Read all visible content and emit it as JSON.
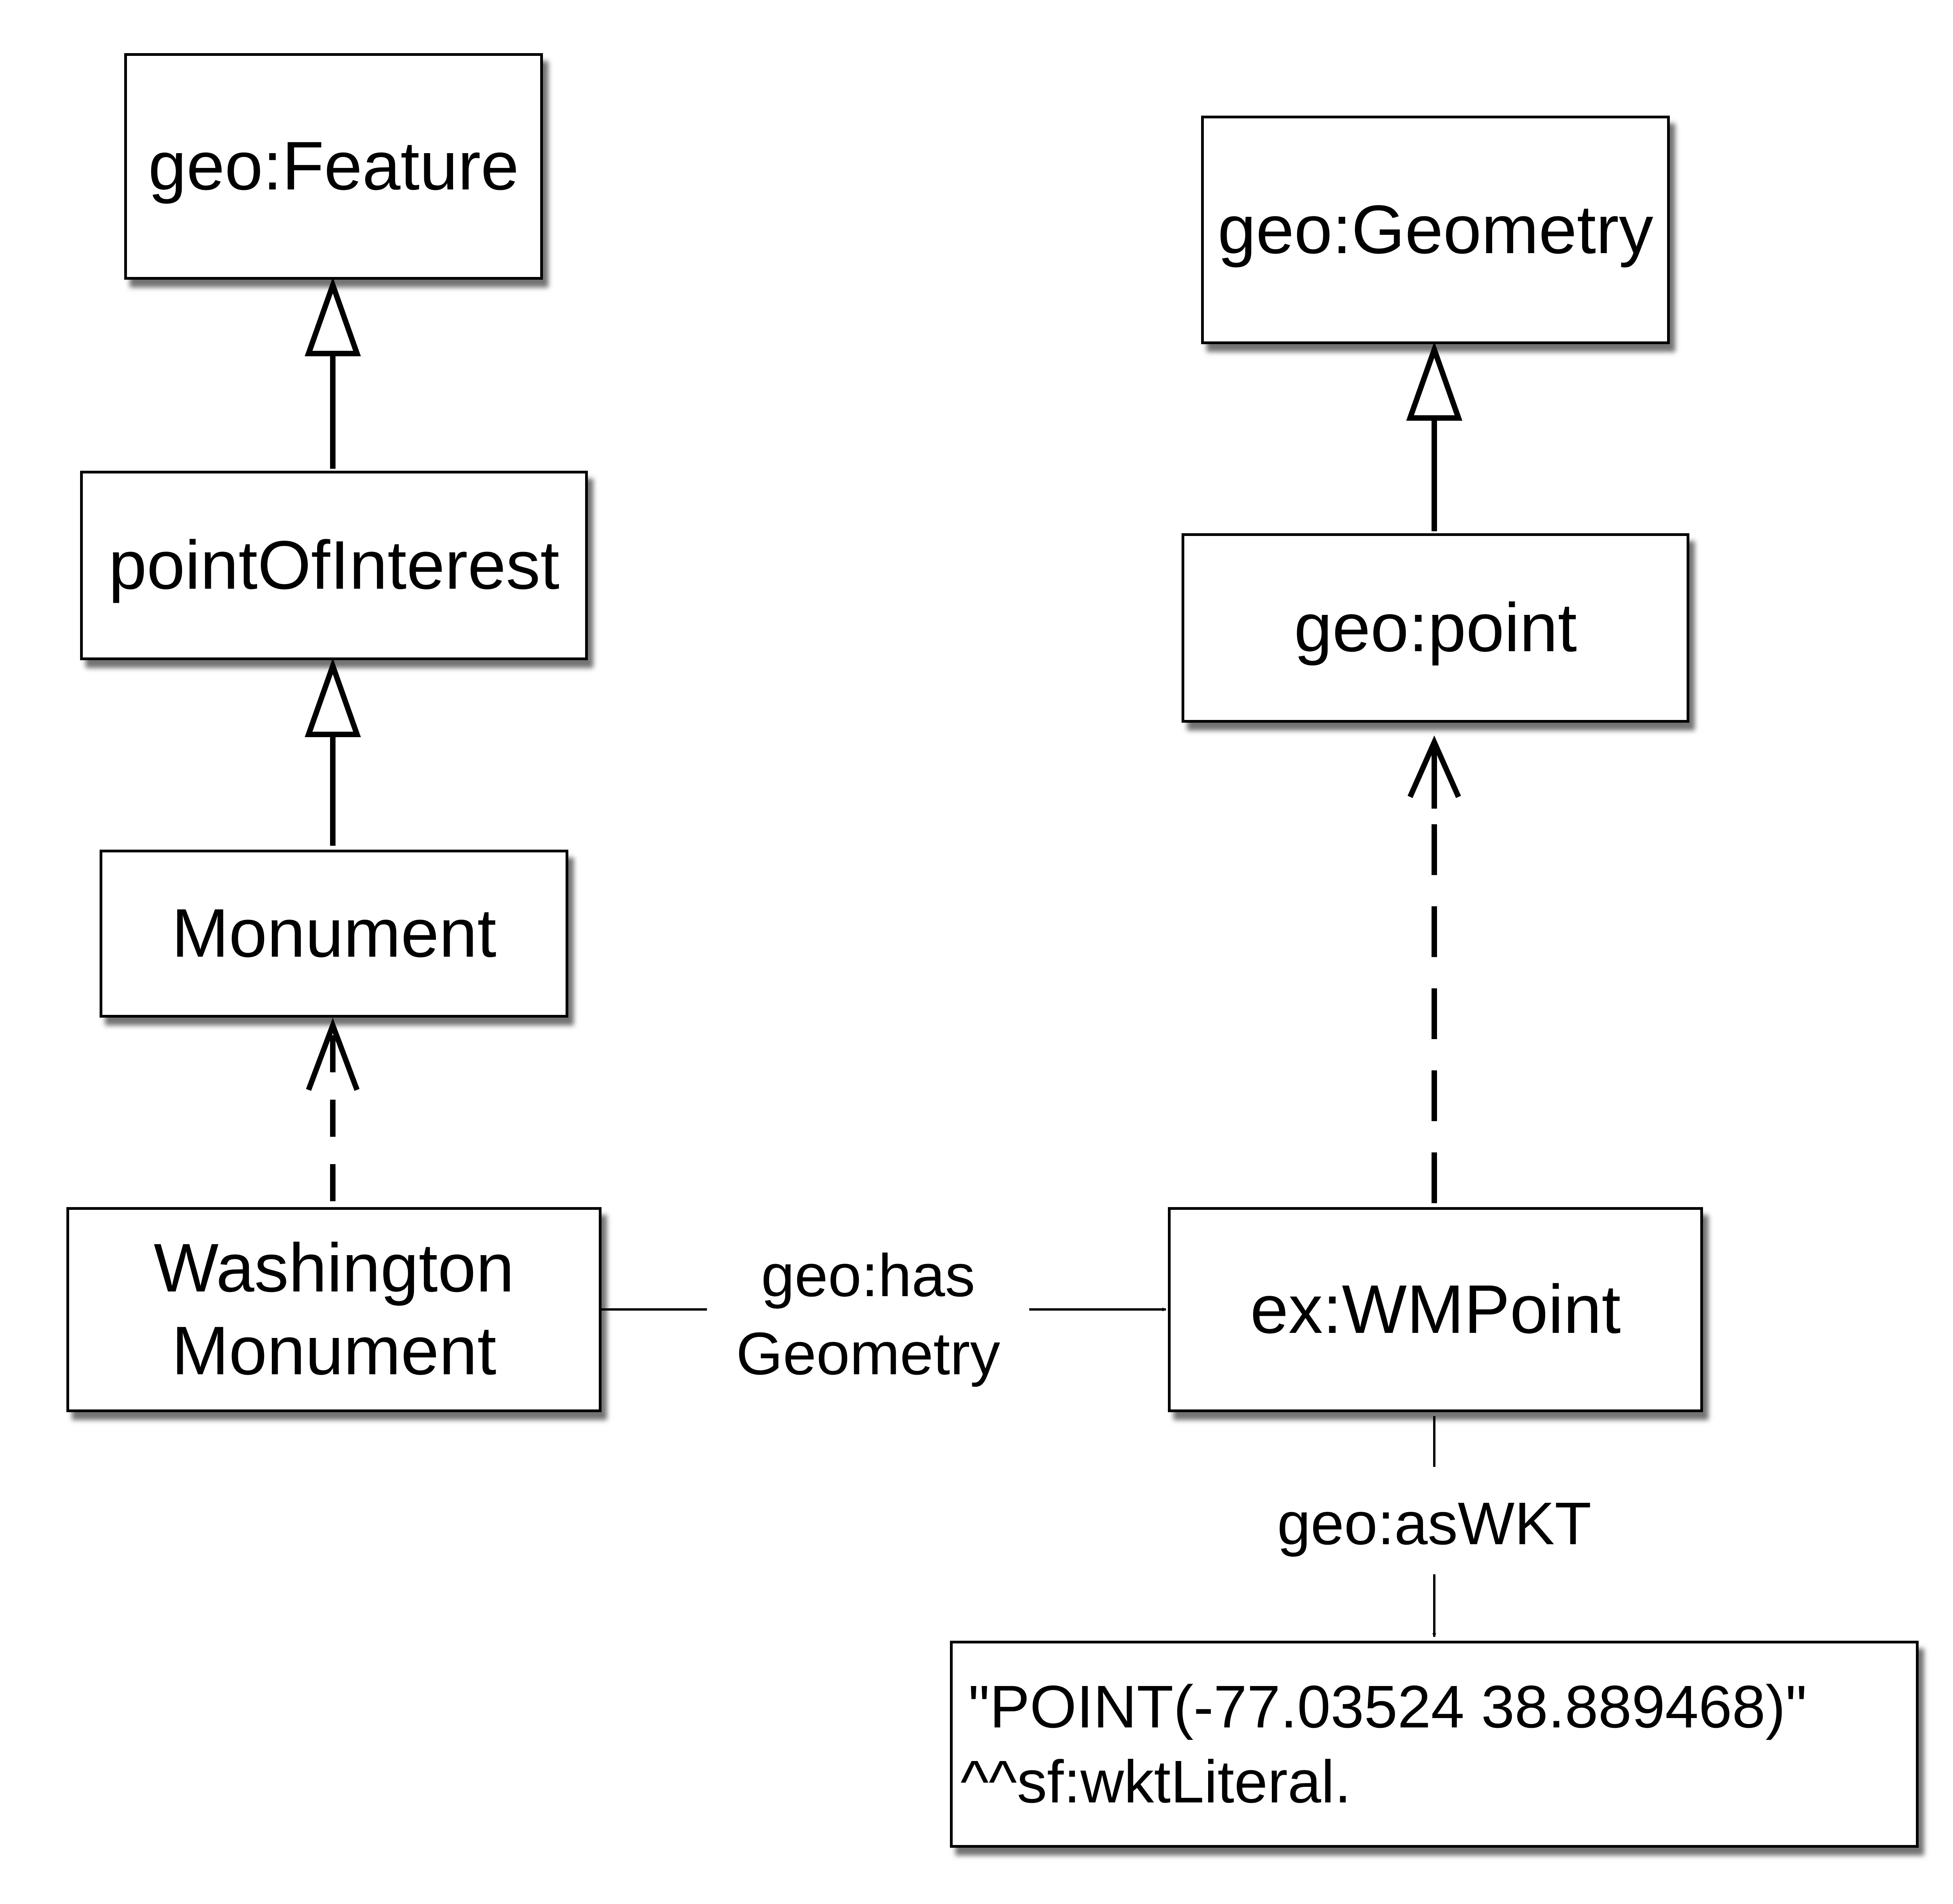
{
  "nodes": {
    "feature": {
      "label": "geo:Feature"
    },
    "point_of_interest": {
      "label": "pointOfInterest"
    },
    "monument": {
      "label": "Monument"
    },
    "washington_monument": {
      "line1": "Washington",
      "line2": "Monument"
    },
    "geometry": {
      "label": "geo:Geometry"
    },
    "geo_point": {
      "label": "geo:point"
    },
    "wm_point": {
      "label": "ex:WMPoint"
    },
    "wkt_literal": {
      "line1": "\"POINT(-77.03524 38.889468)\"",
      "line2": "^^sf:wktLiteral."
    }
  },
  "edges": {
    "has_geometry": {
      "line1": "geo:has",
      "line2": "Geometry"
    },
    "as_wkt": {
      "label": "geo:asWKT"
    }
  },
  "colors": {
    "stroke": "#000000",
    "fill": "#ffffff"
  }
}
